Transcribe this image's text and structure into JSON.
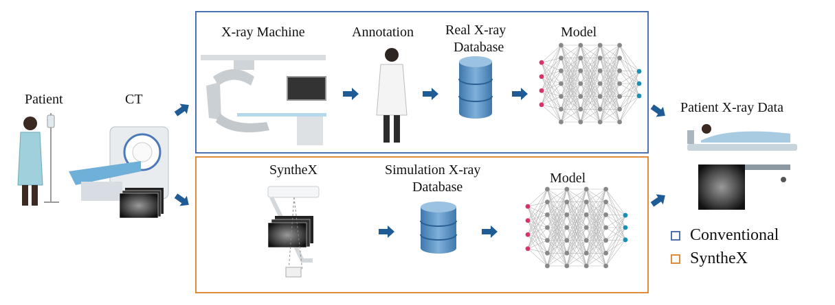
{
  "labels": {
    "patient": "Patient",
    "ct": "CT",
    "xray_machine": "X-ray  Machine",
    "annotation": "Annotation",
    "real_db_line1": "Real X-ray",
    "real_db_line2": "Database",
    "model_top": "Model",
    "synthex": "SyntheX",
    "sim_db_line1": "Simulation X-ray",
    "sim_db_line2": "Database",
    "model_bottom": "Model",
    "patient_xray_data": "Patient X-ray Data"
  },
  "legend": [
    {
      "label": "Conventional",
      "color": "#4a72b0"
    },
    {
      "label": "SyntheX",
      "color": "#e08a3c"
    }
  ],
  "colors": {
    "conventional": "#4a72b0",
    "synthex": "#e08a3c",
    "arrow": "#1f5c96",
    "database": "#5a8fc0",
    "input_node": "#d6336c",
    "output_node": "#1a8fb5",
    "hidden_node": "#888888"
  }
}
